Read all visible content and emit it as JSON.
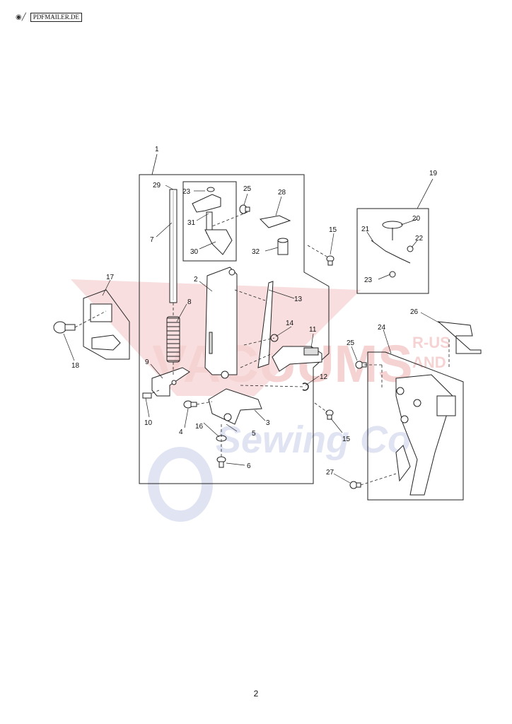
{
  "header": {
    "icon": "eye-icon",
    "badge": "PDFMAILER.DE"
  },
  "page_number": "2",
  "watermark": {
    "line1": "VACUUMS",
    "suffix1": "R-US",
    "suffix2": "AND",
    "line2": "Sewing Co",
    "colors": {
      "red": "#f3b3b3",
      "blue": "#c8cde8"
    }
  },
  "callouts": {
    "c1": "1",
    "c2": "2",
    "c3": "3",
    "c4": "4",
    "c5": "5",
    "c6": "6",
    "c7": "7",
    "c8": "8",
    "c9": "9",
    "c10": "10",
    "c11": "11",
    "c12": "12",
    "c13": "13",
    "c14": "14",
    "c15a": "15",
    "c15b": "15",
    "c16": "16",
    "c17": "17",
    "c18": "18",
    "c19": "19",
    "c20": "20",
    "c21": "21",
    "c22": "22",
    "c23a": "23",
    "c23b": "23",
    "c24": "24",
    "c25a": "25",
    "c25b": "25",
    "c26": "26",
    "c27": "27",
    "c28": "28",
    "c29": "29",
    "c30": "30",
    "c31": "31",
    "c32": "32"
  }
}
